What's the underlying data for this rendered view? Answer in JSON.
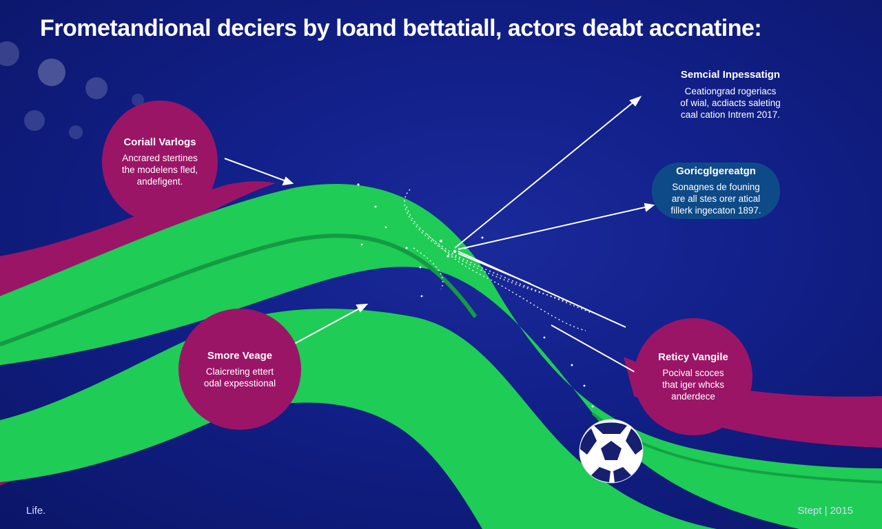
{
  "title": "Frometandional deciers by loand bettatiall, actors deabt accnatine:",
  "colors": {
    "background": "#12208a",
    "green": "#1fcc55",
    "magenta": "#9b1567",
    "teal_pill": "#0f4a88",
    "arrow": "#ffffff"
  },
  "callouts": {
    "top_left": {
      "heading": "Coriall Varlogs",
      "lines": [
        "Ancrared stertines",
        "the modelens fled,",
        "andefigent."
      ]
    },
    "bottom_left": {
      "heading": "Smore Veage",
      "lines": [
        "Claicreting ettert",
        "odal expesstional"
      ]
    },
    "top_right": {
      "heading": "Semcial Inpessatign",
      "lines": [
        "Ceationgrad rogeriacs",
        "of wial, acdiacts saleting",
        "caal cation Intrem 2017."
      ]
    },
    "middle_right": {
      "heading": "Goricglgereatgn",
      "lines": [
        "Sonagnes de founing",
        "are all stes orer atical",
        "fillerk ingecaton 1897."
      ]
    },
    "bottom_right": {
      "heading": "Reticy Vangile",
      "lines": [
        "Pocival scoces",
        "that iger whcks",
        "anderdece"
      ]
    }
  },
  "ball_icon": "soccer-ball-icon",
  "footer": {
    "left": "Life.",
    "right": "Stept | 2015"
  }
}
